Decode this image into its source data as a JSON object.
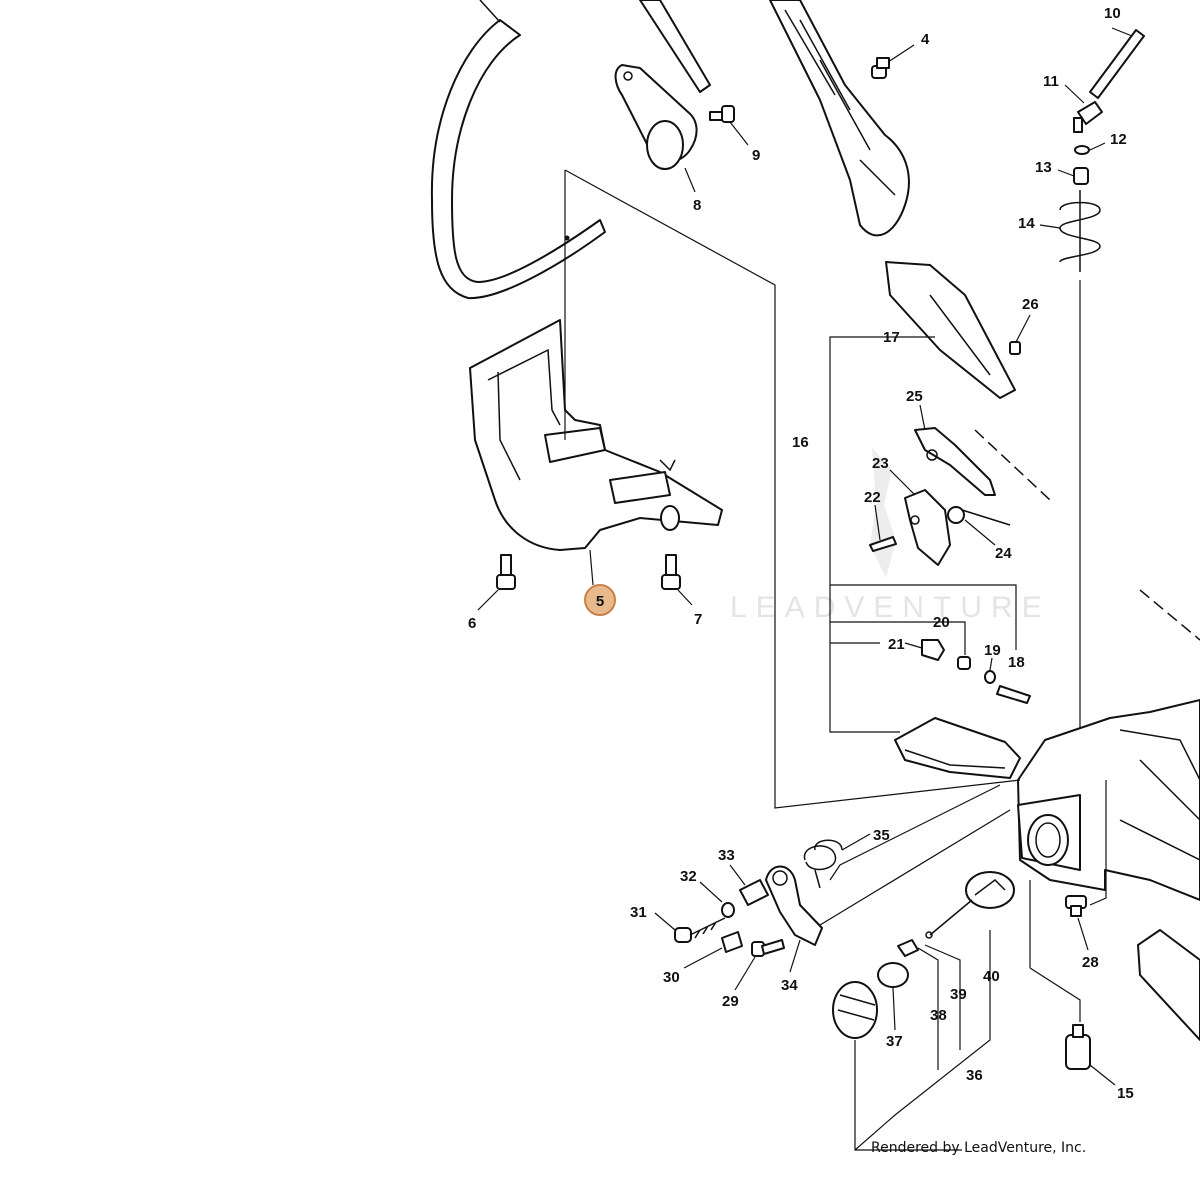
{
  "diagram": {
    "part_labels": [
      "4",
      "5",
      "6",
      "7",
      "8",
      "9",
      "10",
      "11",
      "12",
      "13",
      "14",
      "15",
      "16",
      "17",
      "18",
      "19",
      "20",
      "21",
      "22",
      "23",
      "24",
      "25",
      "26",
      "28",
      "29",
      "30",
      "31",
      "32",
      "33",
      "34",
      "35",
      "36",
      "37",
      "38",
      "39",
      "40"
    ],
    "highlighted_part": "5",
    "highlight_color": "#e8b98a",
    "highlight_stroke": "#c9804a",
    "watermark": "LEADVENTURE",
    "credit": "Rendered by LeadVenture, Inc."
  }
}
